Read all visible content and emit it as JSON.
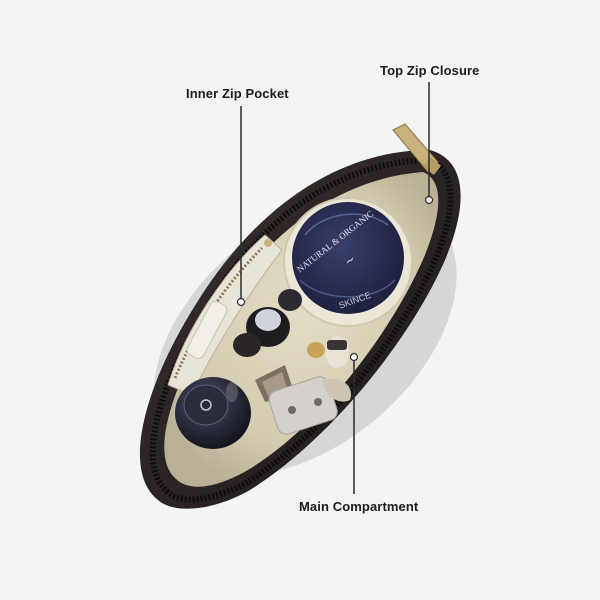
{
  "callouts": {
    "inner_zip_pocket": "Inner Zip Pocket",
    "top_zip_closure": "Top Zip Closure",
    "main_compartment": "Main Compartment"
  },
  "product_print": {
    "tin_line1": "NATURAL & ORGANIC",
    "tin_brand": "SKINCE"
  },
  "colors": {
    "background": "#f4f4f4",
    "pouch_shell": "#2a2323",
    "lining": "#d9d2b8",
    "zipper_pull": "#c9b27a",
    "callout_line": "#2b2b2b"
  }
}
